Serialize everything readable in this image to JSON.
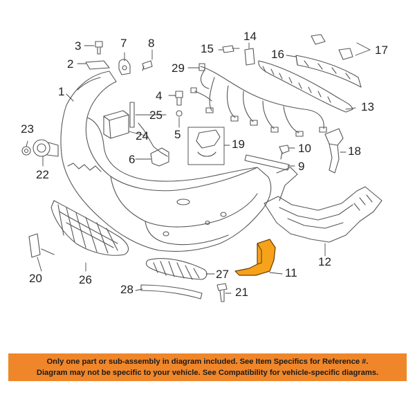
{
  "diagram": {
    "accent_color": "#f7a21b",
    "line_color": "#555555",
    "highlighted_part": "11",
    "callouts": [
      "1",
      "2",
      "3",
      "4",
      "5",
      "6",
      "7",
      "8",
      "9",
      "10",
      "11",
      "12",
      "13",
      "14",
      "15",
      "16",
      "17",
      "18",
      "19",
      "20",
      "21",
      "22",
      "23",
      "24",
      "25",
      "26",
      "27",
      "28",
      "29"
    ]
  },
  "banner": {
    "line1": "Only one part or sub-assembly in diagram included. See Item Specifics for Reference #.",
    "line2": "Diagram may not be specific to your vehicle. See Compatibility for vehicle-specific diagrams.",
    "color": "#f0862a"
  }
}
